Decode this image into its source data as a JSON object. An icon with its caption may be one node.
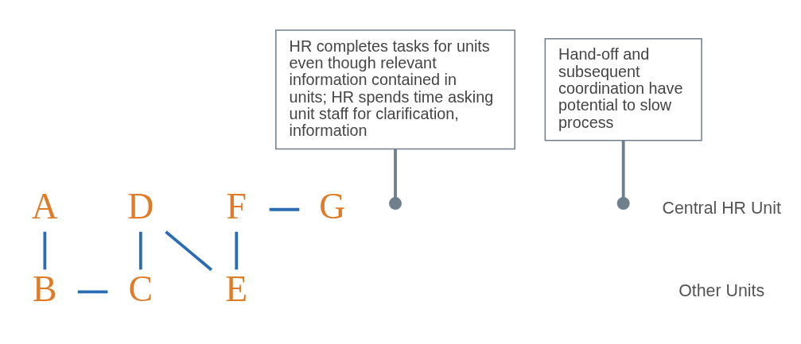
{
  "diagram": {
    "nodes": [
      {
        "text": [
          "A"
        ]
      },
      {
        "text": [
          "B"
        ]
      },
      {
        "text": [
          "C"
        ]
      },
      {
        "text": [
          "D"
        ]
      },
      {
        "text": [
          "E"
        ]
      },
      {
        "text": [
          "F"
        ]
      },
      {
        "text": [
          "G"
        ]
      },
      {
        "text": [
          "HR completes tasks for units even though relevant information contained in units; HR spends time asking unit staff for clarification, information"
        ]
      },
      {
        "text": [
          "Hand-off and subsequent coordination have potential to slow process"
        ]
      }
    ],
    "edges": [
      {
        "from": 0,
        "to": 1,
        "arrow": "none"
      },
      {
        "from": 1,
        "to": 2,
        "arrow": "none"
      },
      {
        "from": 2,
        "to": 3,
        "arrow": "none"
      },
      {
        "from": 3,
        "to": 4,
        "arrow": "none"
      },
      {
        "from": 4,
        "to": 5,
        "arrow": "none"
      },
      {
        "from": 5,
        "to": 6,
        "arrow": "none"
      },
      {
        "from": 7,
        "to": null,
        "arrow": "other",
        "color": "#6f7f8c"
      },
      {
        "from": 8,
        "to": null,
        "arrow": "other",
        "color": "#6f7f8c"
      }
    ],
    "labels": [
      "Central HR Unit",
      "Other Units"
    ]
  }
}
